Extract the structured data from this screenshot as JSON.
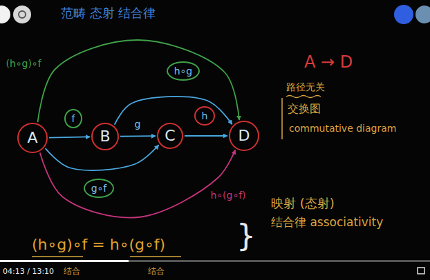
{
  "diagram": {
    "title": "范畴 态射 结合律",
    "nodes": [
      {
        "text": [
          "A"
        ]
      },
      {
        "text": [
          "B"
        ]
      },
      {
        "text": [
          "C"
        ]
      },
      {
        "text": [
          "D"
        ]
      }
    ],
    "edges": [
      {
        "from": 0,
        "to": 1,
        "arrow": "to",
        "label": "f"
      },
      {
        "from": 1,
        "to": 2,
        "arrow": "to",
        "label": "g"
      },
      {
        "from": 2,
        "to": 3,
        "arrow": "to",
        "label": "h"
      },
      {
        "from": 1,
        "to": 3,
        "arrow": "to",
        "label": "h∘g"
      },
      {
        "from": 0,
        "to": 2,
        "arrow": "to",
        "label": "g∘f"
      },
      {
        "from": 0,
        "to": 3,
        "arrow": "to",
        "label": "(h∘g)∘f"
      },
      {
        "from": 0,
        "to": 3,
        "arrow": "to",
        "label": "h∘(g∘f)"
      }
    ],
    "labels": [
      "A → D",
      "路径无关",
      "交换图",
      "commutative diagram",
      "映射 (态射)",
      "结合律 associativity",
      "(h∘g)∘f = h∘(g∘f)",
      "}",
      "结合",
      "结合",
      "04:13 / 13:10"
    ]
  }
}
